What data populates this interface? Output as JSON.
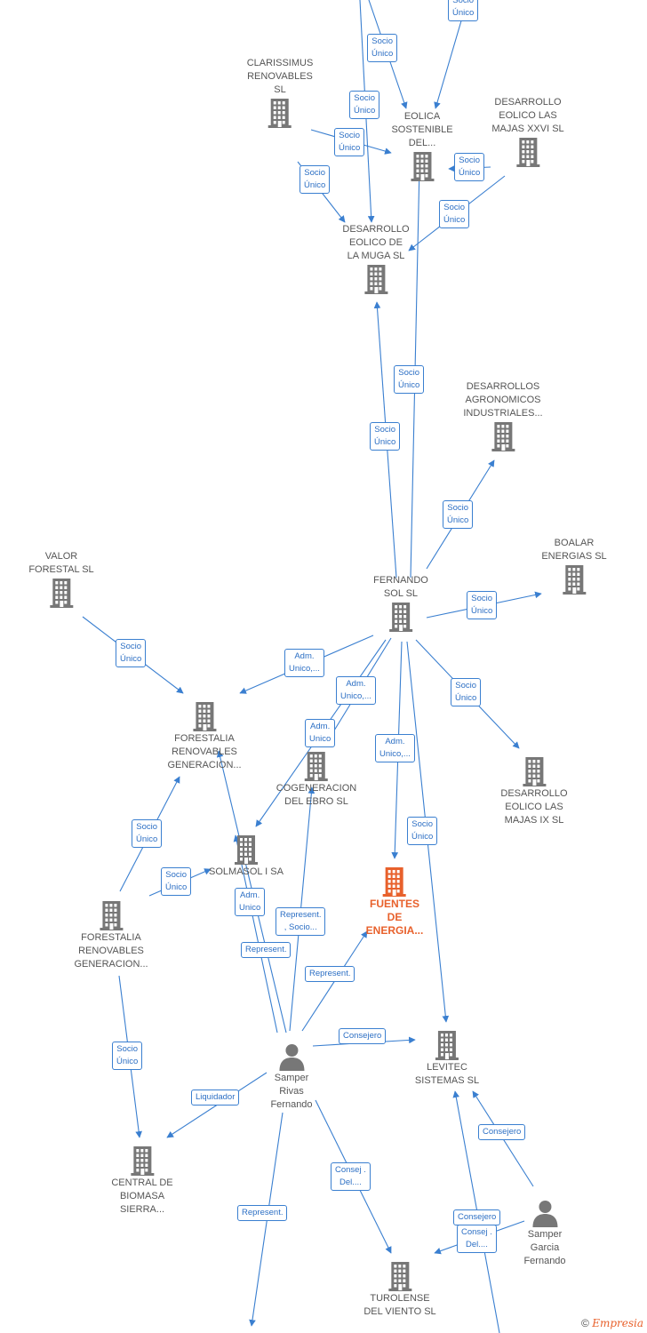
{
  "colors": {
    "edge": "#3a7fd0",
    "company": "#777777",
    "main_company": "#e8612c",
    "person": "#777777"
  },
  "companies": [
    {
      "id": "clarissimus",
      "label": "CLARISSIMUS\nRENOVABLES\nSL",
      "icon": "building-icon"
    },
    {
      "id": "eolica",
      "label": "EOLICA\nSOSTENIBLE\nDEL...",
      "icon": "building-icon"
    },
    {
      "id": "xxvi",
      "label": "DESARROLLO\nEOLICO LAS\nMAJAS XXVI SL",
      "icon": "building-icon"
    },
    {
      "id": "muga",
      "label": "DESARROLLO\nEOLICO DE\nLA MUGA SL",
      "icon": "building-icon"
    },
    {
      "id": "agronomicos",
      "label": "DESARROLLOS\nAGRONOMICOS\nINDUSTRIALES...",
      "icon": "building-icon"
    },
    {
      "id": "boalar",
      "label": "BOALAR\nENERGIAS SL",
      "icon": "building-icon"
    },
    {
      "id": "valor",
      "label": "VALOR\nFORESTAL SL",
      "icon": "building-icon"
    },
    {
      "id": "fernando",
      "label": "FERNANDO\nSOL SL",
      "icon": "building-icon"
    },
    {
      "id": "forestalia1",
      "label": "FORESTALIA\nRENOVABLES\nGENERACION...",
      "icon": "building-icon"
    },
    {
      "id": "cogeneracion",
      "label": "COGENERACION\nDEL EBRO SL",
      "icon": "building-icon"
    },
    {
      "id": "majasix",
      "label": "DESARROLLO\nEOLICO LAS\nMAJAS IX SL",
      "icon": "building-icon"
    },
    {
      "id": "solmasol",
      "label": "SOLMASOL I SA",
      "icon": "building-icon"
    },
    {
      "id": "fuentes",
      "label": "FUENTES\nDE\nENERGIA...",
      "icon": "building-icon",
      "main": true
    },
    {
      "id": "forestalia2",
      "label": "FORESTALIA\nRENOVABLES\nGENERACION...",
      "icon": "building-icon"
    },
    {
      "id": "levitec",
      "label": "LEVITEC\nSISTEMAS SL",
      "icon": "building-icon"
    },
    {
      "id": "biomasa",
      "label": "CENTRAL DE\nBIOMASA\nSIERRA...",
      "icon": "building-icon"
    },
    {
      "id": "turolense",
      "label": "TUROLENSE\nDEL VIENTO SL",
      "icon": "building-icon"
    }
  ],
  "persons": [
    {
      "id": "samper_rivas",
      "label": "Samper\nRivas\nFernando",
      "icon": "person-icon"
    },
    {
      "id": "samper_garcia",
      "label": "Samper\nGarcia\nFernando",
      "icon": "person-icon"
    }
  ],
  "relations": [
    {
      "id": "r_top1",
      "label": "Socio\nÚnico"
    },
    {
      "id": "r_top2",
      "label": "Socio\nÚnico"
    },
    {
      "id": "r_top3",
      "label": "Socio\nÚnico"
    },
    {
      "id": "r_clar_eol",
      "label": "Socio\nÚnico"
    },
    {
      "id": "r_clar_muga",
      "label": "Socio\nÚnico"
    },
    {
      "id": "r_xxvi_eol",
      "label": "Socio\nÚnico"
    },
    {
      "id": "r_xxvi_muga",
      "label": "Socio\nÚnico"
    },
    {
      "id": "r_fs_eol",
      "label": "Socio\nÚnico"
    },
    {
      "id": "r_fs_muga",
      "label": "Socio\nÚnico"
    },
    {
      "id": "r_fs_agro",
      "label": "Socio\nÚnico"
    },
    {
      "id": "r_fs_boalar",
      "label": "Socio\nÚnico"
    },
    {
      "id": "r_valor_for1",
      "label": "Socio\nÚnico"
    },
    {
      "id": "r_fs_for1",
      "label": "Adm.\nUnico,..."
    },
    {
      "id": "r_fs_solm",
      "label": "Adm.\nUnico,..."
    },
    {
      "id": "r_fs_cog",
      "label": "Adm.\nUnico"
    },
    {
      "id": "r_fs_fuentes",
      "label": "Adm.\nUnico,..."
    },
    {
      "id": "r_fs_ix",
      "label": "Socio\nÚnico"
    },
    {
      "id": "r_fs_levitec",
      "label": "Socio\nÚnico"
    },
    {
      "id": "r_for2_for1",
      "label": "Socio\nÚnico"
    },
    {
      "id": "r_for2_solm",
      "label": "Socio\nÚnico"
    },
    {
      "id": "r_sr_solm_adm",
      "label": "Adm.\nUnico"
    },
    {
      "id": "r_sr_cog",
      "label": "Represent.\n, Socio..."
    },
    {
      "id": "r_sr_for1",
      "label": "Represent."
    },
    {
      "id": "r_sr_fuentes",
      "label": "Represent."
    },
    {
      "id": "r_sr_levitec",
      "label": "Consejero"
    },
    {
      "id": "r_for2_bio",
      "label": "Socio\nÚnico"
    },
    {
      "id": "r_sr_bio",
      "label": "Liquidador"
    },
    {
      "id": "r_sr_tur",
      "label": "Consej .\nDel...."
    },
    {
      "id": "r_sr_down",
      "label": "Represent."
    },
    {
      "id": "r_sg_levitec",
      "label": "Consejero"
    },
    {
      "id": "r_sg_tur1",
      "label": "Consejero"
    },
    {
      "id": "r_sg_tur2",
      "label": "Consej .\nDel...."
    }
  ],
  "footer": {
    "copyright": "©",
    "brand": "Empresia"
  }
}
